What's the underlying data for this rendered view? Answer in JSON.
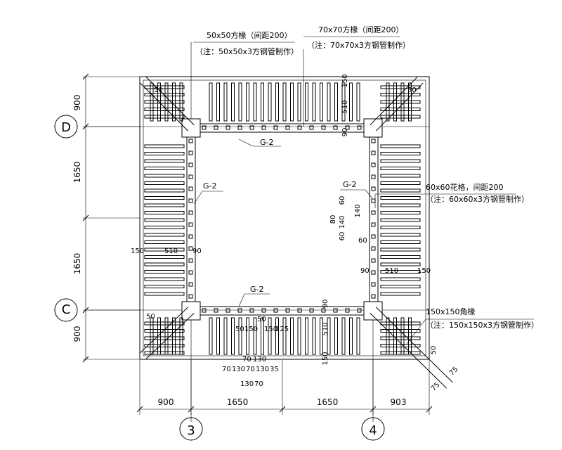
{
  "annotations": {
    "rafter_50": "50x50方椽（间距200）",
    "rafter_50_note": "（注：50x50x3方钢管制作）",
    "rafter_70": "70x70方椽（间距200）",
    "rafter_70_note": "（注：70x70x3方钢管制作）",
    "lattice_60": "60x60花格，间距200",
    "lattice_60_note": "（注：60x60x3方钢管制作）",
    "hip_150": "150x150角椽",
    "hip_150_note": "（注：150x150x3方钢管制作）",
    "g2_top": "G-2",
    "g2_left": "G-2",
    "g2_right": "G-2",
    "g2_bottom": "G-2"
  },
  "grid": {
    "axis_d": "D",
    "axis_c": "C",
    "axis_3": "3",
    "axis_4": "4"
  },
  "dims_left": [
    "900",
    "1650",
    "1650",
    "900"
  ],
  "dims_bottom": [
    "900",
    "1650",
    "1650",
    "903"
  ],
  "local_dims": {
    "top_50": "50",
    "top_right_50": "50",
    "top_150": "150",
    "top_510": "510",
    "top_90": "90",
    "left_150": "150",
    "left_510": "510",
    "left_90": "90",
    "right_90": "90",
    "right_510": "510",
    "right_150": "150",
    "bl_50": "50",
    "mid_60a": "60",
    "mid_140a": "140",
    "mid_60b": "60",
    "mid_140b": "140",
    "mid_60c": "60",
    "mid_80": "80",
    "br_90": "90",
    "br_510": "510",
    "br_150": "150",
    "cluster_50a": "50",
    "cluster_150": "150",
    "cluster_50b": "50",
    "cluster_125": "125",
    "cluster_150b": "150",
    "cluster_70": "70",
    "cluster_130": "130",
    "cluster_b1": "70",
    "cluster_b2": "130",
    "cluster_b3": "70",
    "cluster_b4": "130",
    "cluster_b5": "35",
    "cluster_c1": "130",
    "cluster_c2": "70",
    "hip_50": "50",
    "hip_75a": "75",
    "hip_75b": "75"
  }
}
